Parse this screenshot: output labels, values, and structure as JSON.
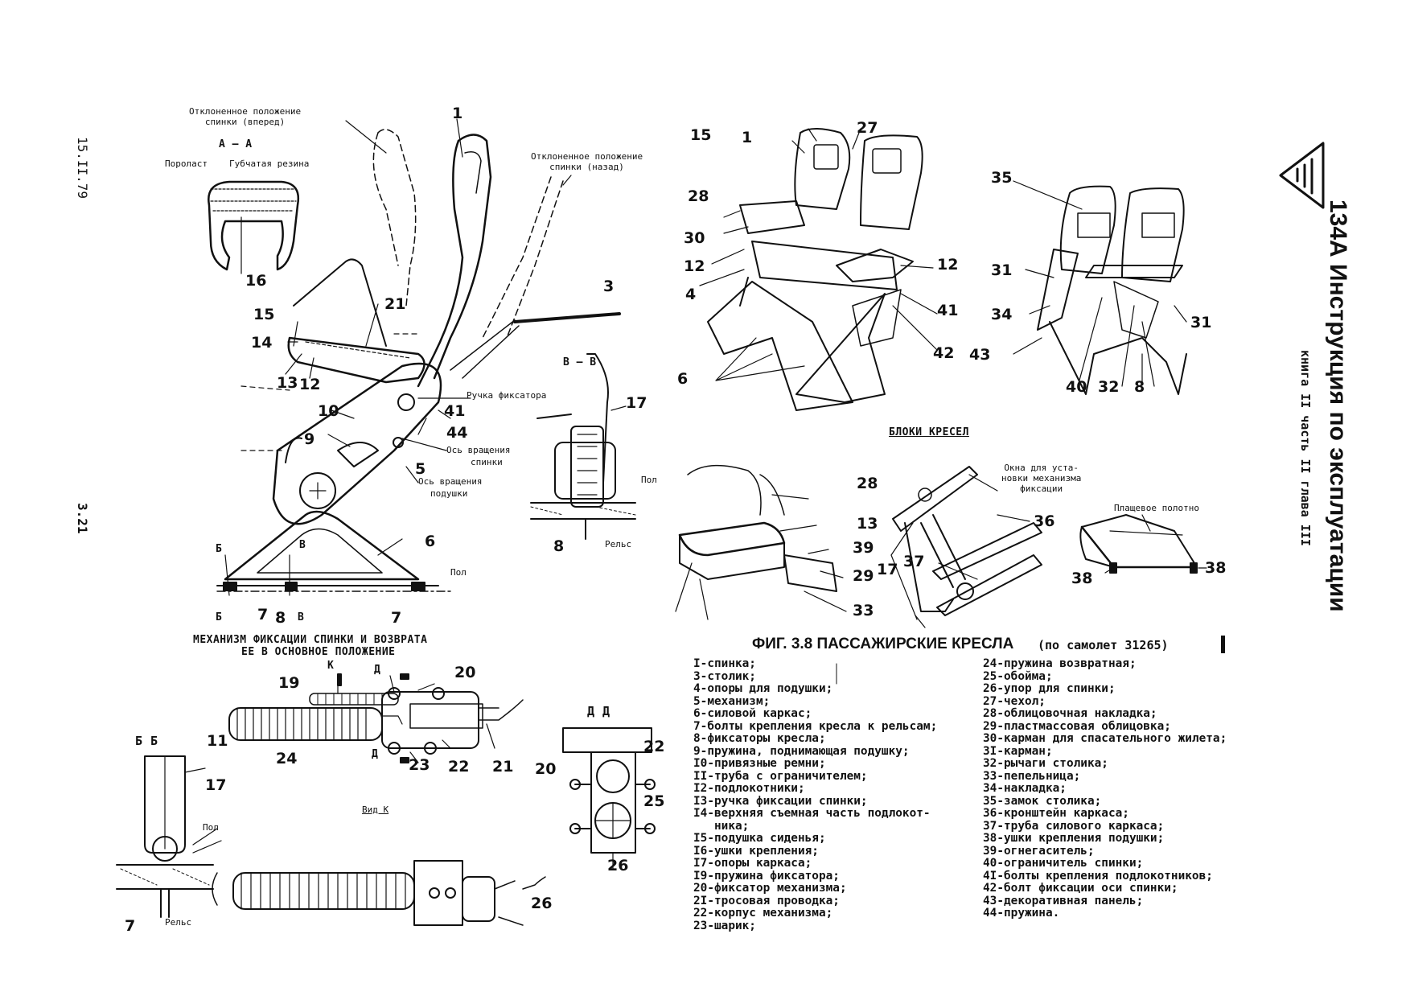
{
  "side_margin": {
    "date": "15.II.79",
    "page_no": "3.21"
  },
  "header": {
    "logo": "Ту",
    "doc_title": "134А Инструкция по эксплуатации",
    "doc_sub": "книга II  часть II  глава III"
  },
  "left_drawing": {
    "annotations": {
      "forward_pos": "Отклоненное положение\nспинки (вперед)",
      "back_pos": "Отклоненное положение\nспинки (назад)",
      "section_aa": "А – А",
      "foam": "Поролаcт",
      "sponge": "Губчатая резина",
      "section_vv": "В – В",
      "lock_handle": "Ручка фиксатора",
      "back_axis_1": "Ось вращения",
      "back_axis_2": "спинки",
      "cushion_axis_1": "Ось вращения",
      "cushion_axis_2": "подушки",
      "floor": "Пол",
      "rail": "Рельс",
      "mark_b": "Б",
      "mark_v": "В",
      "caption_1": "МЕХАНИЗМ ФИКСАЦИИ СПИНКИ И ВОЗВРАТА",
      "caption_2": "ЕЕ В ОСНОВНОЕ ПОЛОЖЕНИЕ"
    },
    "numbers": [
      "1",
      "3",
      "16",
      "15",
      "21",
      "14",
      "13",
      "12",
      "10",
      "9",
      "5",
      "44",
      "41",
      "17",
      "8",
      "6",
      "7",
      "8",
      "7"
    ]
  },
  "lower_left": {
    "mark_k": "К",
    "mark_d": "Д",
    "nums": [
      "19",
      "20",
      "11",
      "24",
      "23",
      "22",
      "21",
      "17",
      "7",
      "26",
      "20",
      "22",
      "25",
      "26"
    ],
    "section_bb": "Б Б",
    "section_dd": "Д Д",
    "view_k": "Вид К",
    "floor": "Пол",
    "rail": "Рельс"
  },
  "right_drawing": {
    "blocks_caption": "БЛОКИ КРЕСЕЛ",
    "window_label": "Окна для уста-\nновки механизма\nфиксации",
    "cloth_label": "Плащевое полотно",
    "nums_top": [
      "15",
      "1",
      "27",
      "28",
      "30",
      "12",
      "4",
      "6",
      "12",
      "41",
      "42",
      "35",
      "31",
      "34",
      "43",
      "40",
      "32",
      "8",
      "31"
    ],
    "nums_bottom": [
      "28",
      "13",
      "39",
      "29",
      "33",
      "36",
      "17",
      "37",
      "38",
      "38"
    ]
  },
  "figure_title": "ФИГ. 3.8 ПАССАЖИРСКИЕ КРЕСЛА",
  "figure_sub": "(по самолет 31265)",
  "legend_left": [
    "I-спинка;",
    "3-столик;",
    "4-опоры для подушки;",
    "5-механизм;",
    "6-силовой каркас;",
    "7-болты крепления кресла к рельсам;",
    "8-фиксаторы кресла;",
    "9-пружина, поднимающая подушку;",
    "I0-привязные ремни;",
    "II-труба с ограничителем;",
    "I2-подлокотники;",
    "I3-ручка фиксации спинки;",
    "I4-верхняя съемная часть подлокот-",
    "   ника;",
    "I5-подушка сиденья;",
    "I6-ушки крепления;",
    "I7-опоры каркаса;",
    "I9-пружина фиксатора;",
    "20-фиксатор механизма;",
    "2I-тросовая проводка;",
    "22-корпус механизма;",
    "23-шарик;"
  ],
  "legend_right": [
    "24-пружина возвратная;",
    "25-обойма;",
    "26-упор для спинки;",
    "27-чехол;",
    "28-облицовочная накладка;",
    "29-пластмассовая облицовка;",
    "30-карман для спасательного жилета;",
    "3I-карман;",
    "32-рычаги столика;",
    "33-пепельница;",
    "34-накладка;",
    "35-замок столика;",
    "36-кронштейн каркаса;",
    "37-труба силового каркаса;",
    "38-ушки крепления подушки;",
    "39-огнегаситель;",
    "40-ограничитель спинки;",
    "4I-болты крепления подлокотников;",
    "42-болт фиксации оси спинки;",
    "43-декоративная панель;",
    "44-пружина."
  ]
}
